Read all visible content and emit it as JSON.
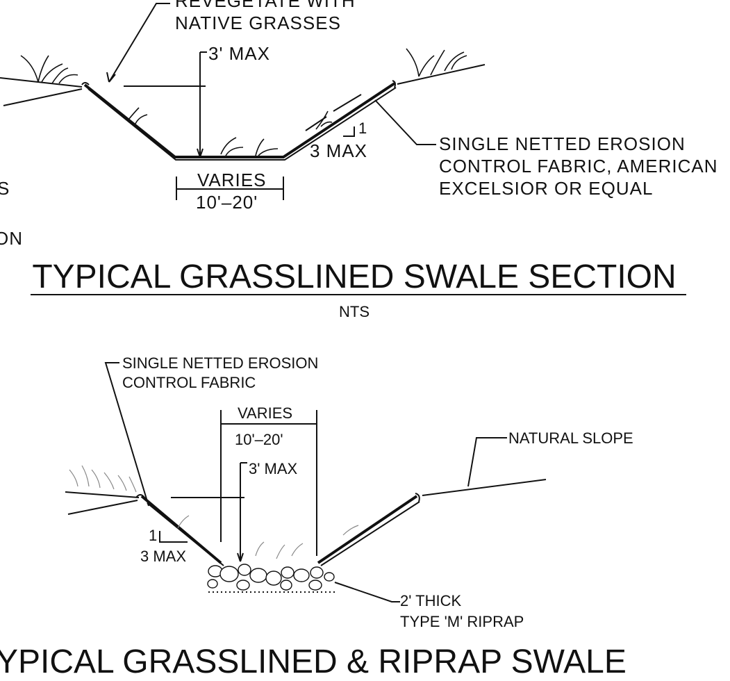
{
  "section1": {
    "note_revegetate_line1": "REVEGETATE WITH",
    "note_revegetate_line2": "NATIVE GRASSES",
    "depth_label": "3' MAX",
    "slope_rise": "1",
    "slope_run": "3 MAX",
    "bottom_varies": "VARIES",
    "bottom_range": "10'–20'",
    "fabric_line1": "SINGLE NETTED EROSION",
    "fabric_line2": "CONTROL FABRIC, AMERICAN",
    "fabric_line3": "EXCELSIOR OR EQUAL",
    "cut_left_1": "S",
    "cut_left_2": "ON",
    "title": "TYPICAL GRASSLINED SWALE SECTION",
    "scale": "NTS"
  },
  "section2": {
    "fabric_line1": "SINGLE NETTED EROSION",
    "fabric_line2": "CONTROL FABRIC",
    "bottom_varies": "VARIES",
    "bottom_range": "10'–20'",
    "depth_label": "3' MAX",
    "natural_slope": "NATURAL SLOPE",
    "slope_rise": "1",
    "slope_run": "3 MAX",
    "riprap_line1": "2' THICK",
    "riprap_line2": "TYPE 'M' RIPRAP",
    "title": "YPICAL GRASSLINED & RIPRAP SWALE"
  }
}
